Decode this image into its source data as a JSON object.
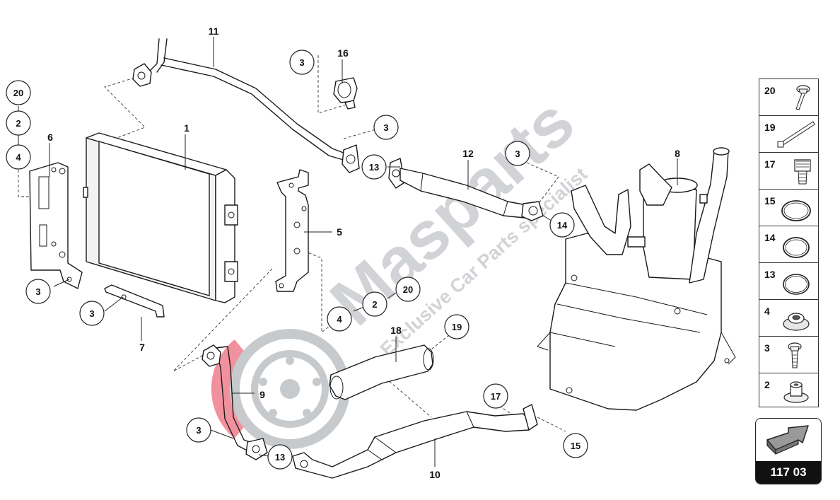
{
  "diagram": {
    "callouts": [
      {
        "id": "c20a",
        "text": "20"
      },
      {
        "id": "c2a",
        "text": "2"
      },
      {
        "id": "c4a",
        "text": "4"
      },
      {
        "id": "c3a",
        "text": "3"
      },
      {
        "id": "c3b",
        "text": "3"
      },
      {
        "id": "c3c",
        "text": "3"
      },
      {
        "id": "c3d",
        "text": "3"
      },
      {
        "id": "c3e",
        "text": "3"
      },
      {
        "id": "c13a",
        "text": "13"
      },
      {
        "id": "c14",
        "text": "14"
      },
      {
        "id": "c20b",
        "text": "20"
      },
      {
        "id": "c2b",
        "text": "2"
      },
      {
        "id": "c4b",
        "text": "4"
      },
      {
        "id": "c19",
        "text": "19"
      },
      {
        "id": "c17",
        "text": "17"
      },
      {
        "id": "c15",
        "text": "15"
      },
      {
        "id": "c3f",
        "text": "3"
      },
      {
        "id": "c13b",
        "text": "13"
      }
    ],
    "labels": [
      {
        "id": "l1",
        "text": "1"
      },
      {
        "id": "l5",
        "text": "5"
      },
      {
        "id": "l6",
        "text": "6"
      },
      {
        "id": "l7",
        "text": "7"
      },
      {
        "id": "l8",
        "text": "8"
      },
      {
        "id": "l9",
        "text": "9"
      },
      {
        "id": "l10",
        "text": "10"
      },
      {
        "id": "l11",
        "text": "11"
      },
      {
        "id": "l12",
        "text": "12"
      },
      {
        "id": "l16",
        "text": "16"
      },
      {
        "id": "l18",
        "text": "18"
      }
    ],
    "watermark": {
      "brand": "Masparts",
      "tagline": "Exclusive Car Parts specialist",
      "brand_color": "#e8384f",
      "gray_color": "#9aa0a6"
    }
  },
  "parts_panel": {
    "items": [
      {
        "num": "20",
        "icon": "bolt-with-washer-icon"
      },
      {
        "num": "19",
        "icon": "cable-tie-icon"
      },
      {
        "num": "17",
        "icon": "hose-clamp-screw-icon"
      },
      {
        "num": "15",
        "icon": "o-ring-large-icon"
      },
      {
        "num": "14",
        "icon": "o-ring-medium-icon"
      },
      {
        "num": "13",
        "icon": "o-ring-small-icon"
      },
      {
        "num": "4",
        "icon": "grommet-icon"
      },
      {
        "num": "3",
        "icon": "flange-bolt-icon"
      },
      {
        "num": "2",
        "icon": "spacer-sleeve-icon"
      }
    ]
  },
  "page_box": {
    "page_number": "117 03",
    "icon": "next-page-arrow-icon"
  }
}
